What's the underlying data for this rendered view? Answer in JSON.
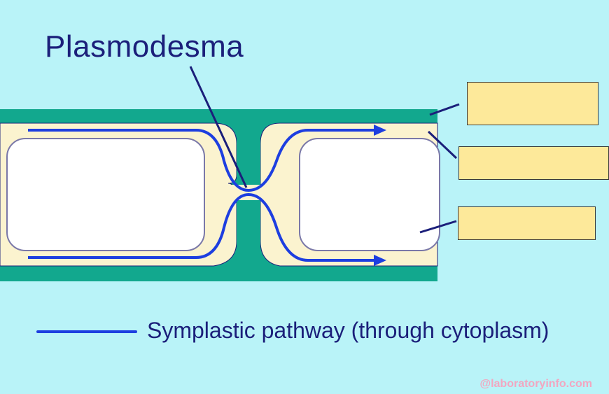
{
  "diagram": {
    "title": "Plasmodesma",
    "label_boxes": [
      "",
      "",
      ""
    ],
    "legend": {
      "text": "Symplastic pathway (through cytoplasm)",
      "color": "#1d3ee0"
    },
    "watermark": "@laboratoryinfo.com",
    "colors": {
      "background": "#b9f3f8",
      "cell_wall": "#12a88e",
      "cytoplasm": "#fbf3cf",
      "vacuole": "#ffffff",
      "pathway": "#1d3ee0",
      "pointer": "#1b1f7a",
      "label_box": "#fde99a"
    }
  }
}
